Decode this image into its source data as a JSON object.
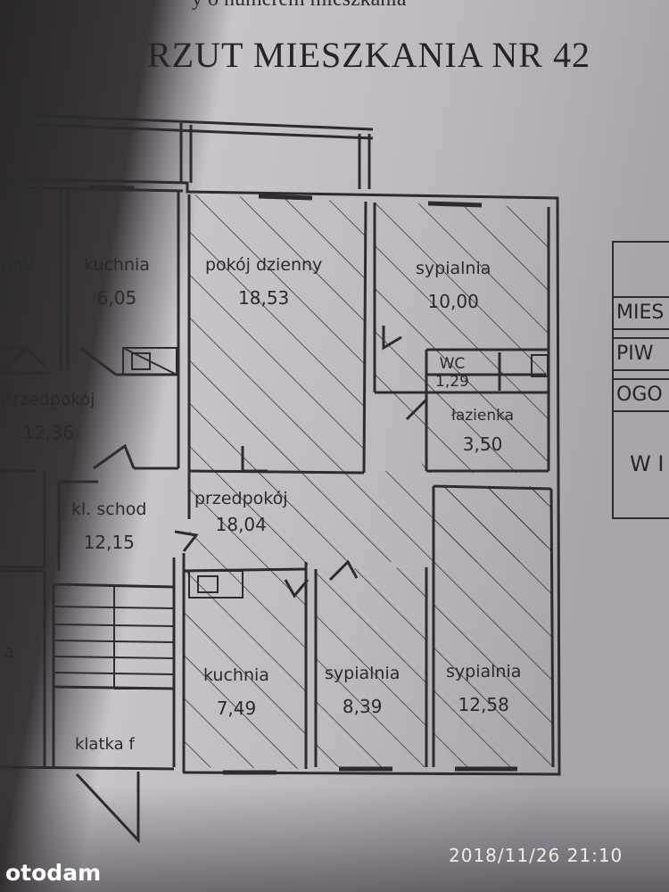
{
  "document": {
    "header_partial": "y o numerem mieszkania",
    "title": "RZUT MIESZKANIA NR 42"
  },
  "rooms": [
    {
      "id": "pokoj-dzienny",
      "label": "pokój dzienny",
      "area": "18,53",
      "hatched": true
    },
    {
      "id": "sypialnia-1",
      "label": "sypialnia",
      "area": "10,00",
      "hatched": true
    },
    {
      "id": "wc",
      "label": "WC",
      "area": "1,29",
      "hatched": true
    },
    {
      "id": "lazienka",
      "label": "łazienka",
      "area": "3,50",
      "hatched": true
    },
    {
      "id": "przedpokoj-42",
      "label": "przedpokój",
      "area": "18,04",
      "hatched": true
    },
    {
      "id": "kuchnia-42",
      "label": "kuchnia",
      "area": "7,49",
      "hatched": true
    },
    {
      "id": "sypialnia-2",
      "label": "sypialnia",
      "area": "8,39",
      "hatched": true
    },
    {
      "id": "sypialnia-3",
      "label": "sypialnia",
      "area": "12,58",
      "hatched": true
    },
    {
      "id": "kuchnia-neighbor",
      "label": "kuchnia",
      "area": "6,05",
      "hatched": false
    },
    {
      "id": "przedpokoj-neighbor",
      "label": "przedpokój",
      "area": "12,36",
      "hatched": false
    },
    {
      "id": "klatka-schodowa",
      "label": "kl. schod",
      "area": "12,15",
      "hatched": false
    },
    {
      "id": "pokoj-neighbor-partial",
      "label": "nny",
      "area": "",
      "hatched": false
    },
    {
      "id": "room-neighbor-partial-2",
      "label": "a",
      "area": "",
      "hatched": false
    },
    {
      "id": "klatka-f",
      "label": "klatka f",
      "area": "",
      "hatched": false
    }
  ],
  "legend": {
    "rows": [
      "MIES",
      "PIW",
      "OGO"
    ],
    "footer": "W I"
  },
  "photo": {
    "timestamp": "2018/11/26  21:10",
    "watermark": "otodam"
  },
  "colors": {
    "paper": "#c3bec6",
    "ink": "#2b292e",
    "shadow": "#2a2728",
    "timestamp": "#f3ece4"
  }
}
